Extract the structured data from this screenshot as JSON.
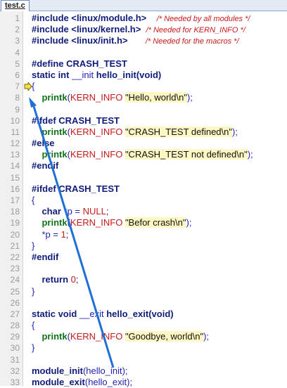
{
  "tab": {
    "label": "test.c"
  },
  "lines": [
    {
      "n": "1",
      "parts": [
        [
          "mac",
          "#include <linux/module.h>"
        ],
        [
          "sp",
          "    "
        ],
        [
          "cm",
          "/* Needed by all modules */"
        ]
      ]
    },
    {
      "n": "2",
      "parts": [
        [
          "mac",
          "#include <linux/kernel.h>"
        ],
        [
          "sp",
          "  "
        ],
        [
          "cm",
          "/* Needed for KERN_INFO */"
        ]
      ]
    },
    {
      "n": "3",
      "parts": [
        [
          "mac",
          "#include <linux/init.h>"
        ],
        [
          "sp",
          "       "
        ],
        [
          "cm",
          "/* Needed for the macros */"
        ]
      ]
    },
    {
      "n": "4",
      "parts": []
    },
    {
      "n": "5",
      "parts": [
        [
          "mac",
          "#define CRASH_TEST"
        ]
      ]
    },
    {
      "n": "6",
      "parts": [
        [
          "kw",
          "static int "
        ],
        [
          "tx",
          "__init "
        ],
        [
          "kw",
          "hello_init(void)"
        ]
      ]
    },
    {
      "n": "7",
      "parts": [
        [
          "tx",
          "{"
        ]
      ],
      "bookmark": true
    },
    {
      "n": "8",
      "parts": [
        [
          "sp",
          "    "
        ],
        [
          "fn",
          "printk"
        ],
        [
          "tx",
          "("
        ],
        [
          "red",
          "KERN_INFO "
        ],
        [
          "str",
          "\"Hello, world\\n\""
        ],
        [
          "tx",
          ");"
        ]
      ]
    },
    {
      "n": "9",
      "parts": []
    },
    {
      "n": "10",
      "parts": [
        [
          "mac",
          "#ifdef CRASH_TEST"
        ]
      ]
    },
    {
      "n": "11",
      "parts": [
        [
          "sp",
          "    "
        ],
        [
          "fn",
          "printk"
        ],
        [
          "tx",
          "("
        ],
        [
          "red",
          "KERN_INFO "
        ],
        [
          "str",
          "\"CRASH_TEST defined\\n\""
        ],
        [
          "tx",
          ");"
        ]
      ]
    },
    {
      "n": "12",
      "parts": [
        [
          "mac",
          "#else"
        ]
      ]
    },
    {
      "n": "13",
      "parts": [
        [
          "sp",
          "    "
        ],
        [
          "fn",
          "printk"
        ],
        [
          "tx",
          "("
        ],
        [
          "red",
          "KERN_INFO "
        ],
        [
          "str",
          "\"CRASH_TEST not defined\\n\""
        ],
        [
          "tx",
          ");"
        ]
      ]
    },
    {
      "n": "14",
      "parts": [
        [
          "mac",
          "#endif"
        ]
      ]
    },
    {
      "n": "15",
      "parts": []
    },
    {
      "n": "16",
      "parts": [
        [
          "mac",
          "#ifdef CRASH_TEST"
        ]
      ]
    },
    {
      "n": "17",
      "parts": [
        [
          "tx",
          "{"
        ]
      ]
    },
    {
      "n": "18",
      "parts": [
        [
          "sp",
          "    "
        ],
        [
          "kw",
          "char "
        ],
        [
          "tx",
          "*p = "
        ],
        [
          "red",
          "NULL"
        ],
        [
          "tx",
          ";"
        ]
      ]
    },
    {
      "n": "19",
      "parts": [
        [
          "sp",
          "    "
        ],
        [
          "fn",
          "printk"
        ],
        [
          "tx",
          "("
        ],
        [
          "red",
          "KERN_INFO "
        ],
        [
          "str",
          "\"Befor crash\\n\""
        ],
        [
          "tx",
          ");"
        ]
      ]
    },
    {
      "n": "20",
      "parts": [
        [
          "sp",
          "    "
        ],
        [
          "tx",
          "*p = "
        ],
        [
          "red",
          "1"
        ],
        [
          "tx",
          ";"
        ]
      ]
    },
    {
      "n": "21",
      "parts": [
        [
          "tx",
          "}"
        ]
      ]
    },
    {
      "n": "22",
      "parts": [
        [
          "mac",
          "#endif"
        ]
      ]
    },
    {
      "n": "23",
      "parts": []
    },
    {
      "n": "24",
      "parts": [
        [
          "sp",
          "    "
        ],
        [
          "kw",
          "return "
        ],
        [
          "red",
          "0"
        ],
        [
          "tx",
          ";"
        ]
      ]
    },
    {
      "n": "25",
      "parts": [
        [
          "tx",
          "}"
        ]
      ]
    },
    {
      "n": "26",
      "parts": []
    },
    {
      "n": "27",
      "parts": [
        [
          "kw",
          "static void "
        ],
        [
          "tx",
          "__exit "
        ],
        [
          "kw",
          "hello_exit(void)"
        ]
      ]
    },
    {
      "n": "28",
      "parts": [
        [
          "tx",
          "{"
        ]
      ]
    },
    {
      "n": "29",
      "parts": [
        [
          "sp",
          "    "
        ],
        [
          "fn",
          "printk"
        ],
        [
          "tx",
          "("
        ],
        [
          "red",
          "KERN_INFO "
        ],
        [
          "str",
          "\"Goodbye, world\\n\""
        ],
        [
          "tx",
          ");"
        ]
      ]
    },
    {
      "n": "30",
      "parts": [
        [
          "tx",
          "}"
        ]
      ]
    },
    {
      "n": "31",
      "parts": []
    },
    {
      "n": "32",
      "parts": [
        [
          "kw",
          "module_init"
        ],
        [
          "tx",
          "(hello_init);"
        ]
      ]
    },
    {
      "n": "33",
      "parts": [
        [
          "kw",
          "module_exit"
        ],
        [
          "tx",
          "(hello_exit);"
        ]
      ]
    }
  ],
  "icons": {
    "bookmark": "bookmark-arrow-icon",
    "annotation": "blue-annotation-arrow"
  },
  "colors": {
    "annotation": "#1f6fd6",
    "bookmark": "#f3e24a"
  }
}
